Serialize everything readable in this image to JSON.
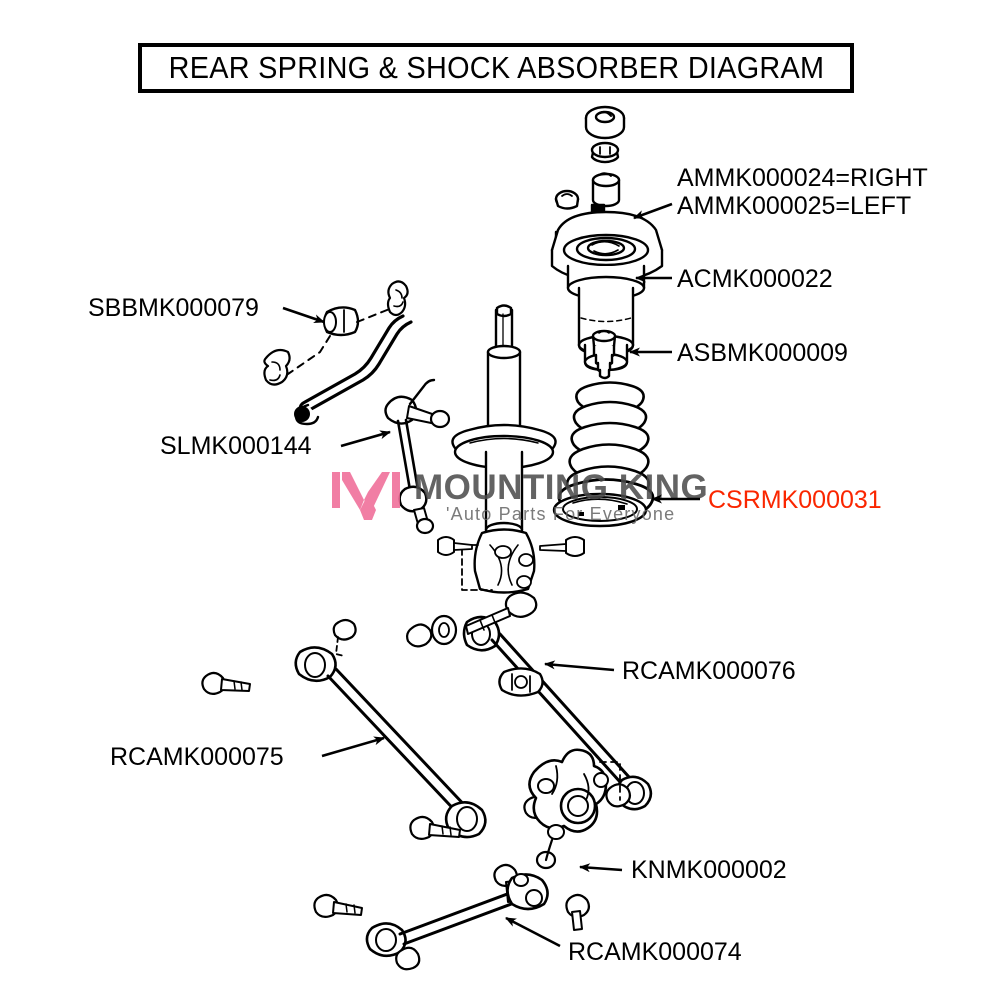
{
  "title": {
    "text": "REAR SPRING & SHOCK ABSORBER DIAGRAM"
  },
  "watermark": {
    "brand": "MOUNTING KING",
    "tagline": "'Auto Parts For Everyone",
    "mark_icon": "m-chevron-logo-icon",
    "brand_color": "#4a4a4a",
    "mark_color": "#ef6a96"
  },
  "colors": {
    "line": "#000000",
    "background": "#ffffff",
    "highlight_label": "#fa2600"
  },
  "callouts": [
    {
      "id": "ammk",
      "lines": [
        "AMMK000024=RIGHT",
        "AMMK000025=LEFT"
      ],
      "line1": "AMMK000024=RIGHT",
      "line2": "AMMK000025=LEFT",
      "part": "strut-mount",
      "color": "#000000"
    },
    {
      "id": "acmk",
      "text": "ACMK000022",
      "part": "strut-bearing-collar",
      "color": "#000000"
    },
    {
      "id": "asbmk",
      "text": "ASBMK000009",
      "part": "bump-stop",
      "color": "#000000"
    },
    {
      "id": "sbbmk",
      "text": "SBBMK000079",
      "part": "stabilizer-bar-bushing",
      "color": "#000000"
    },
    {
      "id": "slmk",
      "text": "SLMK000144",
      "part": "stabilizer-link",
      "color": "#000000"
    },
    {
      "id": "csrmk",
      "text": "CSRMK000031",
      "part": "coil-spring-seat-rubber",
      "color": "#fa2600"
    },
    {
      "id": "rcamk76",
      "text": "RCAMK000076",
      "part": "rear-control-arm-upper",
      "color": "#000000"
    },
    {
      "id": "rcamk75",
      "text": "RCAMK000075",
      "part": "rear-control-arm-lateral",
      "color": "#000000"
    },
    {
      "id": "knmk",
      "text": "KNMK000002",
      "part": "rear-knuckle",
      "color": "#000000"
    },
    {
      "id": "rcamk74",
      "text": "RCAMK000074",
      "part": "rear-control-arm-lower",
      "color": "#000000"
    }
  ]
}
